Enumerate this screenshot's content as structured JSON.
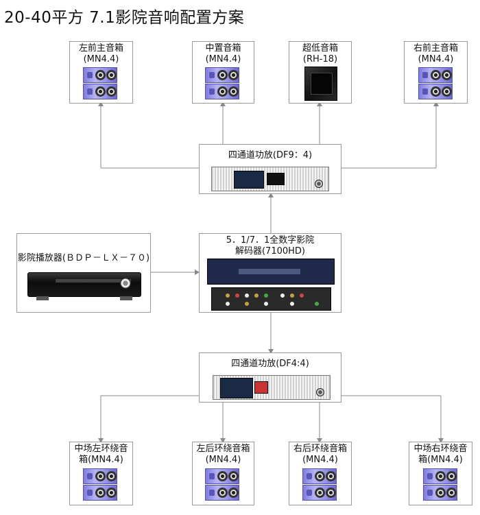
{
  "title": "20-40平方 7.1影院音响配置方案",
  "devices": {
    "front_left": "左前主音箱\n(MN4.4)",
    "center": "中置音箱\n(MN4.4)",
    "subwoofer": "超低音箱\n(RH-18)",
    "front_right": "右前主音箱\n(MN4.4)",
    "amp_front": "四通道功放(DF9：4)",
    "player": "影院播放器(ＢＤＰ－ＬＸ－７０)",
    "decoder": "5．1/7．1全数字影院\n解码器(7100HD)",
    "amp_rear": "四通道功放(DF4:4)",
    "mid_left": "中场左环绕音\n箱(MN4.4)",
    "rear_left": "左后环绕音箱\n(MN4.4)",
    "rear_right": "右后环绕音箱\n(MN4.4)",
    "mid_right": "中场右环绕音\n箱(MN4.4)"
  },
  "colors": {
    "line": "#888888",
    "border": "#999999",
    "speaker": "#9f9cea"
  }
}
